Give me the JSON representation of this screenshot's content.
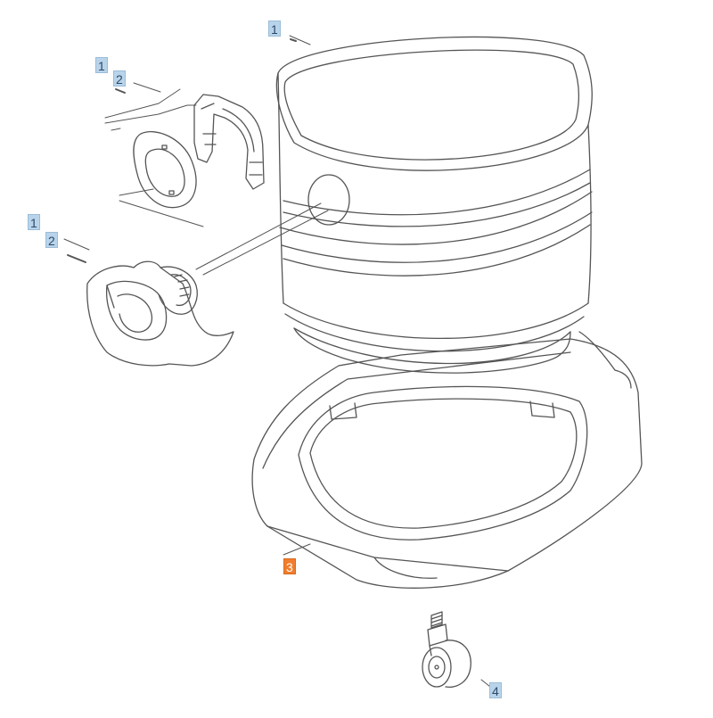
{
  "diagram": {
    "callouts": [
      {
        "id": "c1a",
        "label": "1",
        "highlight": false
      },
      {
        "id": "c1b",
        "label": "1",
        "highlight": false
      },
      {
        "id": "c2b",
        "label": "2",
        "highlight": false
      },
      {
        "id": "c1c",
        "label": "1",
        "highlight": false
      },
      {
        "id": "c2c",
        "label": "2",
        "highlight": false
      },
      {
        "id": "c3",
        "label": "3",
        "highlight": true
      },
      {
        "id": "c4",
        "label": "4",
        "highlight": false
      }
    ],
    "colors": {
      "line": "#555555",
      "callout_bg": "#b9d4ea",
      "callout_text": "#2a4a6a",
      "highlight_bg": "#f07d2e",
      "highlight_text": "#ffffff"
    }
  }
}
